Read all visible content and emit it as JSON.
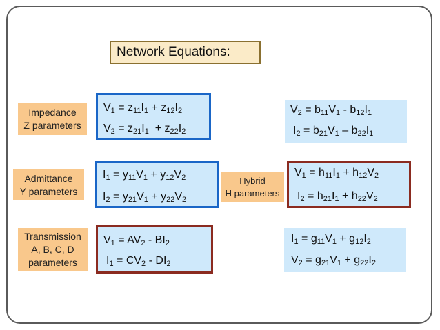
{
  "title": "Network Equations:",
  "labels": {
    "impedance": [
      "Impedance",
      "Z parameters"
    ],
    "admittance": [
      "Admittance",
      "Y parameters"
    ],
    "transmission": [
      "Transmission",
      "A, B, C, D",
      "parameters"
    ],
    "hybrid": [
      "Hybrid",
      "H parameters"
    ]
  },
  "equations": {
    "impedance": [
      [
        [
          "V",
          ""
        ],
        [
          "1",
          "s"
        ],
        [
          " = z",
          ""
        ],
        [
          "11",
          "s"
        ],
        [
          "I",
          ""
        ],
        [
          "1",
          "s"
        ],
        [
          " + z",
          ""
        ],
        [
          "12",
          "s"
        ],
        [
          "I",
          ""
        ],
        [
          "2",
          "s"
        ]
      ],
      [
        [
          "V",
          ""
        ],
        [
          "2",
          "s"
        ],
        [
          " = z",
          ""
        ],
        [
          "21",
          "s"
        ],
        [
          "I",
          ""
        ],
        [
          "1",
          "s"
        ],
        [
          "  + z",
          ""
        ],
        [
          "22",
          "s"
        ],
        [
          "I",
          ""
        ],
        [
          "2",
          "s"
        ]
      ]
    ],
    "admittance": [
      [
        [
          "I",
          ""
        ],
        [
          "1",
          "s"
        ],
        [
          " = y",
          ""
        ],
        [
          "11",
          "s"
        ],
        [
          "V",
          ""
        ],
        [
          "1",
          "s"
        ],
        [
          " + y",
          ""
        ],
        [
          "12",
          "s"
        ],
        [
          "V",
          ""
        ],
        [
          "2",
          "s"
        ]
      ],
      [
        [
          "I",
          ""
        ],
        [
          "2",
          "s"
        ],
        [
          " = y",
          ""
        ],
        [
          "21",
          "s"
        ],
        [
          "V",
          ""
        ],
        [
          "1",
          "s"
        ],
        [
          " + y",
          ""
        ],
        [
          "22",
          "s"
        ],
        [
          "V",
          ""
        ],
        [
          "2",
          "s"
        ]
      ]
    ],
    "transmission": [
      [
        [
          "V",
          ""
        ],
        [
          "1",
          "s"
        ],
        [
          " = AV",
          ""
        ],
        [
          "2",
          "s"
        ],
        [
          " - BI",
          ""
        ],
        [
          "2",
          "s"
        ]
      ],
      [
        [
          "I",
          ""
        ],
        [
          "1",
          "s"
        ],
        [
          " = CV",
          ""
        ],
        [
          "2",
          "s"
        ],
        [
          " - DI",
          ""
        ],
        [
          "2",
          "s"
        ]
      ]
    ],
    "inverse_transmission": [
      [
        [
          "V",
          ""
        ],
        [
          "2",
          "s"
        ],
        [
          " = b",
          ""
        ],
        [
          "11",
          "s"
        ],
        [
          "V",
          ""
        ],
        [
          "1",
          "s"
        ],
        [
          " - b",
          ""
        ],
        [
          "12",
          "s"
        ],
        [
          "I",
          ""
        ],
        [
          "1",
          "s"
        ]
      ],
      [
        [
          "I",
          ""
        ],
        [
          "2",
          "s"
        ],
        [
          " = b",
          ""
        ],
        [
          "21",
          "s"
        ],
        [
          "V",
          ""
        ],
        [
          "1",
          "s"
        ],
        [
          " – b",
          ""
        ],
        [
          "22",
          "s"
        ],
        [
          "I",
          ""
        ],
        [
          "1",
          "s"
        ]
      ]
    ],
    "hybrid": [
      [
        [
          "V",
          ""
        ],
        [
          "1",
          "s"
        ],
        [
          " = h",
          ""
        ],
        [
          "11",
          "s"
        ],
        [
          "I",
          ""
        ],
        [
          "1",
          "s"
        ],
        [
          " + h",
          ""
        ],
        [
          "12",
          "s"
        ],
        [
          "V",
          ""
        ],
        [
          "2",
          "s"
        ]
      ],
      [
        [
          "I",
          ""
        ],
        [
          "2",
          "s"
        ],
        [
          " = h",
          ""
        ],
        [
          "21",
          "s"
        ],
        [
          "I",
          ""
        ],
        [
          "1",
          "s"
        ],
        [
          " + h",
          ""
        ],
        [
          "22",
          "s"
        ],
        [
          "V",
          ""
        ],
        [
          "2",
          "s"
        ]
      ]
    ],
    "inverse_hybrid": [
      [
        [
          "I",
          ""
        ],
        [
          "1",
          "s"
        ],
        [
          " = g",
          ""
        ],
        [
          "11",
          "s"
        ],
        [
          "V",
          ""
        ],
        [
          "1",
          "s"
        ],
        [
          " + g",
          ""
        ],
        [
          "12",
          "s"
        ],
        [
          "I",
          ""
        ],
        [
          "2",
          "s"
        ]
      ],
      [
        [
          "V",
          ""
        ],
        [
          "2",
          "s"
        ],
        [
          " = g",
          ""
        ],
        [
          "21",
          "s"
        ],
        [
          "V",
          ""
        ],
        [
          "1",
          "s"
        ],
        [
          " + g",
          ""
        ],
        [
          "22",
          "s"
        ],
        [
          "I",
          ""
        ],
        [
          "2",
          "s"
        ]
      ]
    ]
  },
  "colors": {
    "label_bg": "#f9c88c",
    "eq_bg": "#cfe9fb",
    "blue_border": "#1a66c7",
    "red_border": "#8b2b20"
  }
}
